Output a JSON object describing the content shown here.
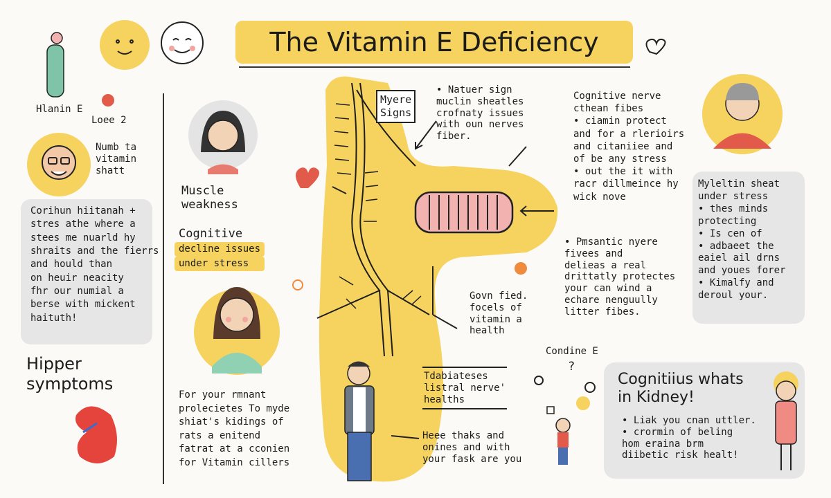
{
  "title": "The Vitamin E Deficiency",
  "top_left": {
    "label_a": "Hlanin E",
    "label_b": "Loee 2"
  },
  "numb": [
    "Numb ta",
    "vitamin",
    "shatt"
  ],
  "left_panel": [
    "Corihun hiitanah +",
    "stres athe where a",
    "stees me nuarld hy",
    "shraits and the fierrs",
    "and hould than",
    "on heuir neacity",
    "fhr our numial a",
    "berse with mickent",
    "haituth!"
  ],
  "hipper": [
    "Hipper",
    "symptoms"
  ],
  "muscle": [
    "Muscle",
    "weakness"
  ],
  "cognitive_left": {
    "line1": "Cognitive",
    "line2": "decline issues",
    "line3": "under stress"
  },
  "bottom_mid_left": [
    "For your rmnant",
    "prolecietes  To myde",
    "shiat's kidings of",
    "rats a enitend",
    "fatrat at a cconien",
    "for Vitamin cillers"
  ],
  "myere_box": [
    "Myere",
    "Signs"
  ],
  "nerve_top": [
    "• Natuer sign",
    "muclin sheatles",
    "crofnaty issues",
    "with oun nerves",
    "fiber."
  ],
  "cog_nerve": [
    "Cognitive nerve",
    "cthean fibes",
    "• ciamin protect",
    "and for a rlerioirs",
    "and citaniiee and",
    "of be any stress",
    "• out the it with",
    "racr dillmeince hy",
    "wick nove"
  ],
  "pmsa": [
    "• Pmsantic nyere",
    "fivees and",
    "delieas a real",
    "drittatly protectes",
    "your can wind a",
    "echare nenguully",
    "litter fibes."
  ],
  "govn": [
    "Govn fied.",
    "focels of",
    "vitamin a",
    "health"
  ],
  "fabiat": [
    "Tdabiateses",
    "listral nerve'",
    "healths"
  ],
  "heee": [
    "Heee thaks and",
    "onines and with",
    "your fask are you"
  ],
  "myelin_panel": [
    "Myleltin sheat",
    "under stress",
    "• thes minds",
    "protecting",
    "• Is cen of",
    "• adbaeet the",
    "eaiel ail drns",
    "and youes forer",
    "• Kimalfy and",
    "deroul your."
  ],
  "condine": "Condine E",
  "qmark": "?",
  "kidney_panel": {
    "heading": [
      "Cognitiius whats",
      "in Kidney!"
    ],
    "bullets": [
      "• Liak you cnan uttler.",
      "• crormin of beling",
      "hom eraina brm",
      "diibetic risk healt!"
    ]
  },
  "colors": {
    "accent": "#f6d25f",
    "panel": "#e6e6e6",
    "pink": "#f2b3b0",
    "red": "#e15a4a"
  }
}
